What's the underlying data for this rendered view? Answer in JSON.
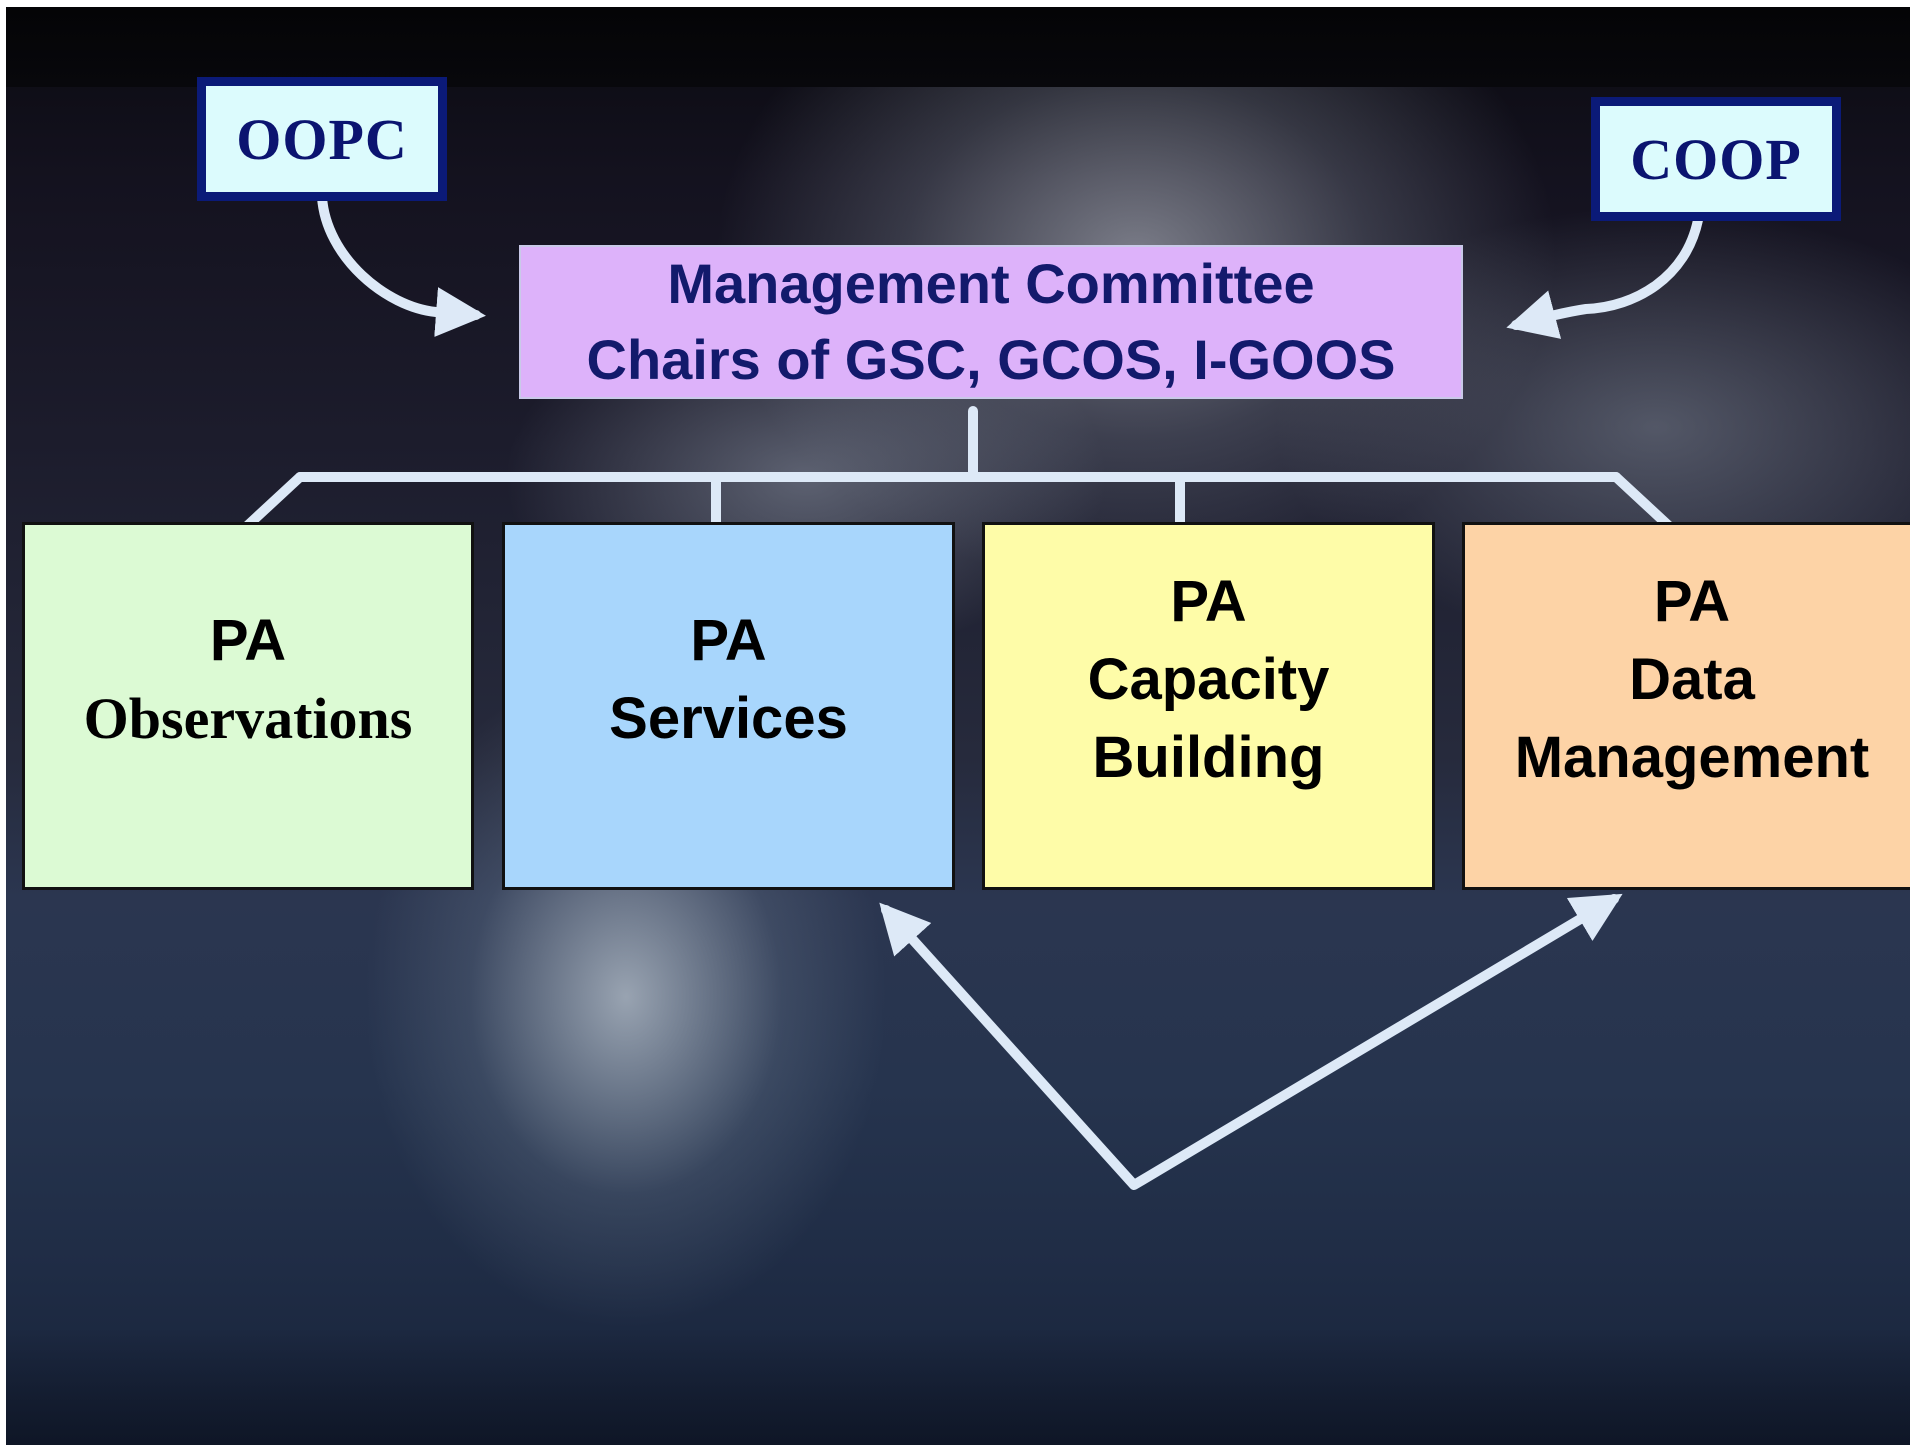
{
  "top_left_box": {
    "label": "OOPC"
  },
  "top_right_box": {
    "label": "COOP"
  },
  "management_committee": {
    "line1": "Management Committee",
    "line2": "Chairs of GSC, GCOS, I-GOOS"
  },
  "program_areas": [
    {
      "line1": "PA",
      "line2": "Observations",
      "line3": "",
      "color": "#dcfad4"
    },
    {
      "line1": "PA",
      "line2": "Services",
      "line3": "",
      "color": "#a8d6fc"
    },
    {
      "line1": "PA",
      "line2": "Capacity",
      "line3": "Building",
      "color": "#fefca8"
    },
    {
      "line1": "PA",
      "line2": "Data",
      "line3": "Management",
      "color": "#fdd3a6"
    }
  ],
  "colors": {
    "connector": "#dde9f7",
    "tag_border": "#0b1a78",
    "tag_fill": "#dcfbfd",
    "committee_fill": "#ddb2fa",
    "committee_text": "#131a6c"
  }
}
